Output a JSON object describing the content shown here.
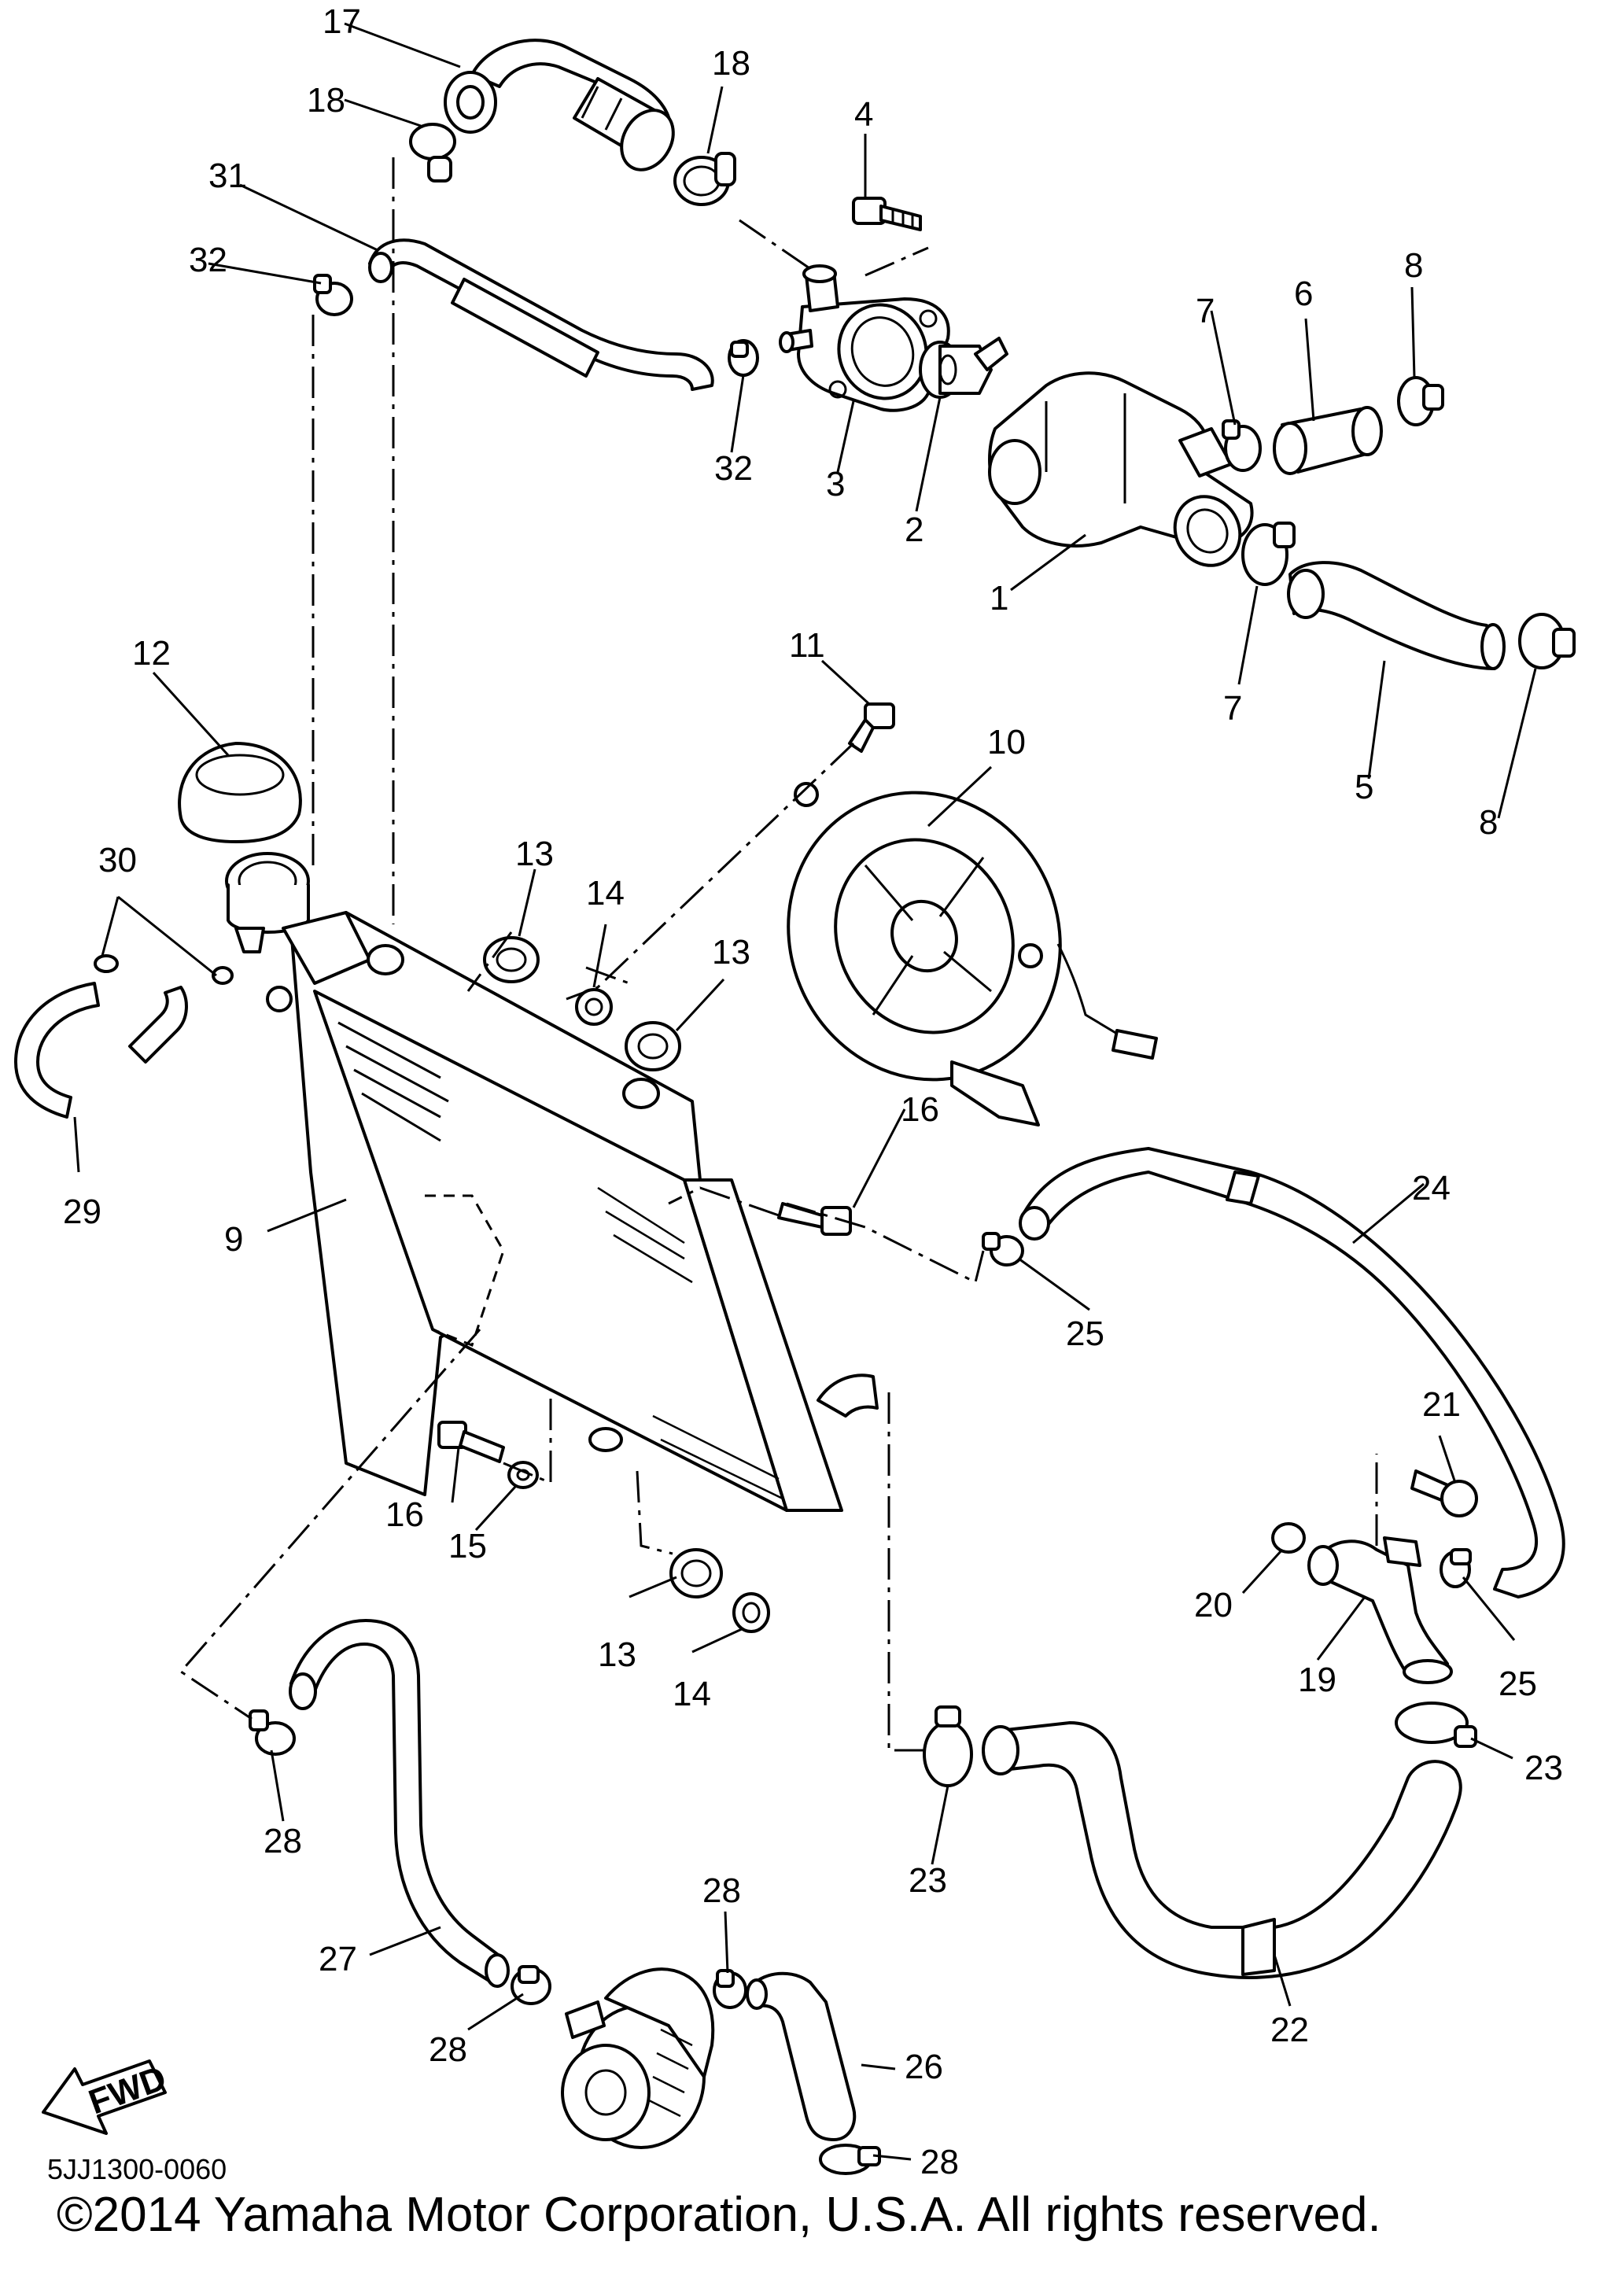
{
  "diagram": {
    "drawing_code": "5JJ1300-0060",
    "copyright": "©2014 Yamaha Motor Corporation, U.S.A. All rights reserved.",
    "fwd_label": "FWD",
    "callouts": {
      "c1": "1",
      "c2": "2",
      "c3": "3",
      "c4": "4",
      "c5": "5",
      "c6": "6",
      "c7a": "7",
      "c7b": "7",
      "c8a": "8",
      "c8b": "8",
      "c9": "9",
      "c10": "10",
      "c11": "11",
      "c12": "12",
      "c13a": "13",
      "c13b": "13",
      "c13c": "13",
      "c14a": "14",
      "c14b": "14",
      "c15": "15",
      "c16a": "16",
      "c16b": "16",
      "c17": "17",
      "c18a": "18",
      "c18b": "18",
      "c19": "19",
      "c20": "20",
      "c21": "21",
      "c22": "22",
      "c23a": "23",
      "c23b": "23",
      "c24": "24",
      "c25a": "25",
      "c25b": "25",
      "c26": "26",
      "c27": "27",
      "c28a": "28",
      "c28b": "28",
      "c28c": "28",
      "c28d": "28",
      "c29": "29",
      "c30": "30",
      "c31": "31",
      "c32a": "32",
      "c32b": "32"
    }
  }
}
